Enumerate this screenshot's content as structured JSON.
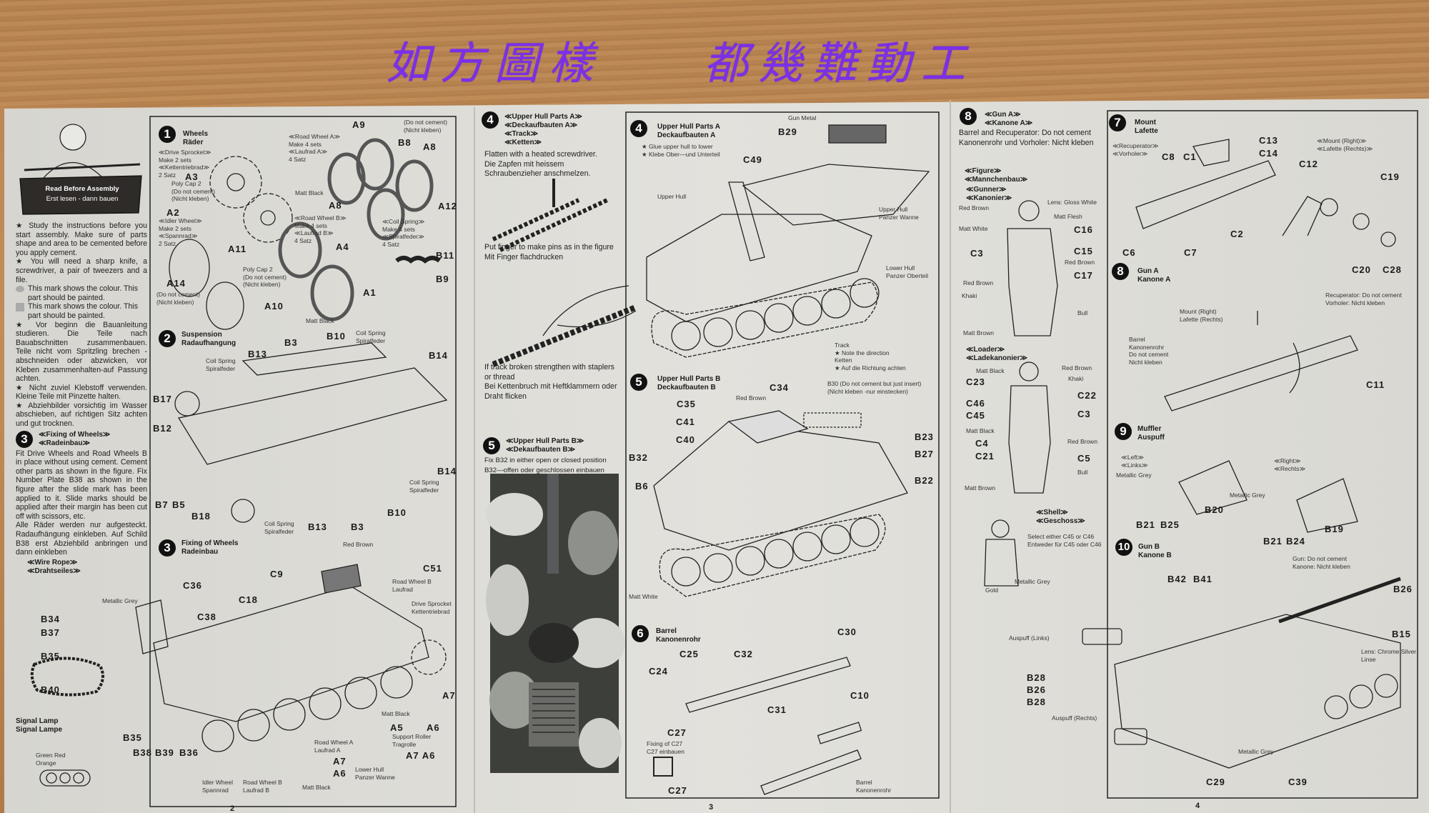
{
  "banner": {
    "left": "如方圖樣",
    "right": "都幾難動工"
  },
  "intro": {
    "sign_en": "Read Before Assembly",
    "sign_de": "Erst lesen - dann bauen",
    "text": "★ Study the instructions before you start assembly. Make sure of parts shape and area to be cemented before you apply cement.\n★ You will need a sharp knife, a screwdriver, a pair of tweezers and a file.",
    "mark1": "This mark shows the colour. This part should be painted.",
    "mark2": "This mark shows the colour. This part should be painted.",
    "text_de": "★ Vor beginn die Bauanleitung studieren. Die Teile nach Bauabschnitten zusammenbauen. Teile nicht vom Spritzling brechen - abschneiden oder abzwicken, vor Kleben zusammenhalten-auf Passung achten.\n★ Nicht zuviel Klebstoff verwenden. Kleine Teile mit Pinzette halten.\n★ Abziehbilder vorsichtig im Wasser abschieben, auf richtigen Sitz achten und gut trocknen.",
    "step3_num": "3",
    "step3_title": "≪Fixing of Wheels≫\n≪Radeinbau≫",
    "step3_text": "Fit Drive Wheels and Road Wheels B in place without using cement. Cement other parts as shown in the figure. Fix Number Plate B38 as shown in the figure after the slide mark has been applied to it. Slide marks should be applied after their margin has been cut off with scissors, etc.\nAlle Räder werden nur aufgesteckt. Radaufhängung einkleben. Auf Schild B38 erst Abziehbild anbringen und dann einkleben",
    "wire_rope": "≪Wire Rope≫\n≪Drahtseiles≫",
    "signal_lamp": "Signal Lamp\nSignal Lampe",
    "lamp_colors": "Green        Red\n      Orange"
  },
  "steps": {
    "s1": {
      "num": "1",
      "title": "Wheels\nRäder"
    },
    "s2": {
      "num": "2",
      "title": "Suspension\nRadaufhangung"
    },
    "s3": {
      "num": "3",
      "title": "Fixing of Wheels\nRadeinbau"
    },
    "s4a": {
      "num": "4",
      "title": "≪Upper Hull Parts A≫\n≪Deckaufbauten A≫\n≪Track≫\n≪Ketten≫"
    },
    "s5a": {
      "num": "5",
      "title": "≪Upper Hull Parts B≫\n≪Dekaufbauten B≫"
    },
    "s4": {
      "num": "4",
      "title": "Upper Hull Parts A\nDeckaufbauten A"
    },
    "s5": {
      "num": "5",
      "title": "Upper Hull Parts B\nDeckaufbauten B"
    },
    "s6": {
      "num": "6",
      "title": "Barrel\nKanonenrohr"
    },
    "s8a": {
      "num": "8",
      "title": "≪Gun A≫\n≪Kanone A≫"
    },
    "s7": {
      "num": "7",
      "title": "Mount\nLafette"
    },
    "s8": {
      "num": "8",
      "title": "Gun A\nKanone A"
    },
    "s9": {
      "num": "9",
      "title": "Muffler\nAuspuff"
    },
    "s10": {
      "num": "10",
      "title": "Gun B\nKanone B"
    }
  },
  "track": {
    "flatten": "Flatten with a heated screwdriver.\nDie Zapfen mit heissem Schraubenzieher anschmelzen.",
    "finger": "Put finger to make pins as in the figure\nMit Finger flachdrucken",
    "broken": "If track broken strengthen with staplers or thread\nBei Kettenbruch mit Heftklammern oder Draht flicken",
    "b32": "Fix B32 in either open or closed position\nB32—offen oder geschlossen einbauen"
  },
  "gun_a_note": "Barrel and Recuperator: Do not cement\nKanonenrohr und Vorholer: Nicht kleben",
  "figure_titles": "≪Figure≫\n≪Mannchenbau≫",
  "gunner_titles": "≪Gunner≫\n≪Kanonier≫",
  "loader_titles": "≪Loader≫\n≪Ladekanonier≫",
  "shell_titles": "≪Shell≫\n≪Geschoss≫",
  "page_numbers": [
    "2",
    "3",
    "4"
  ],
  "labels": {
    "box1": [
      "A3",
      "A2",
      "A11",
      "A14",
      "A10",
      "A9",
      "B8",
      "A8",
      "A8",
      "A12",
      "A4",
      "A1",
      "B11",
      "B9",
      "Matt Black",
      "Matt Black",
      "≪Road Wheel A≫\nMake 4 sets\n≪Laufrad A≫\n4 Satz",
      "≪Road Wheel B≫\nMake 4 sets\n≪Laufrad B≫\n4 Satz",
      "≪Coil Spring≫\nMake 4 sets\n≪Spiralfeder≫\n4 Satz",
      "(Do not cement)\n(Nicht kleben)",
      "≪Drive Sprocket≫\nMake 2 sets\n≪Kettentriebrad≫\n2 Satz",
      "Poly Cap 2\n(Do not cement)\n(Nicht kleben)",
      "≪Idler Wheel≫\nMake 2 sets\n≪Spannrad≫\n2 Satz",
      "(Do not cement)\n(Nicht kleben)",
      "Poly Cap 2\n(Do not cement)\n(Nicht kleben)",
      "B13",
      "B3",
      "B10",
      "B14",
      "B17",
      "B12",
      "B7",
      "B5",
      "B18",
      "B13",
      "B3",
      "B10",
      "B14",
      "Coil Spring\nSpiralfeder",
      "Coil Spring\nSpiralfeder",
      "Coil Spring\nSpiralfeder",
      "Coil Spring\nSpiralfeder",
      "Red Brown",
      "C51",
      "C9",
      "C36",
      "C18",
      "C38",
      "Road Wheel B\nLaufrad",
      "Drive Sprocket\nKettentriebrad",
      "Metallic Grey",
      "B34",
      "B37",
      "B35",
      "B40",
      "A7",
      "Matt Black",
      "A5",
      "A6",
      "Support Roller\nTragrolle",
      "A7  A6",
      "Road Wheel A\nLaufrad A",
      "A7",
      "A6",
      "Idler Wheel\nSpannrad",
      "Road Wheel B\nLaufrad B",
      "Lower Hull\nPanzer Wanne",
      "Matt Black",
      "B35",
      "B38",
      "B39",
      "B36"
    ],
    "box4": [
      "★ Glue upper hull to lower\n★ Klebe Ober—und Unterteil",
      "C49",
      "Gun Metal",
      "B29",
      "Upper Hull",
      "Upper Hull\nPanzer Wanne",
      "Lower Hull\nPanzer Oberteil",
      "Track\n★ Note the direction\nKetten\n★ Auf die Richtung achten",
      "Red Brown",
      "C34",
      "B30 (Do not cement but just insert)\n(Nicht kleben -nur einstecken)",
      "C35",
      "C41",
      "C40",
      "B32",
      "B6",
      "Matt White",
      "B23",
      "B27",
      "B22",
      "C30",
      "C25",
      "C32",
      "C24",
      "C31",
      "C10",
      "C27",
      "Fixing of C27\nC27 einbauen",
      "C27",
      "Barrel\nKanonenrohr"
    ],
    "col8": [
      "Red Brown",
      "Lens: Gloss White",
      "Matt Flesh",
      "Matt White",
      "C16",
      "C3",
      "C15",
      "Red Brown",
      "C17",
      "Red Brown",
      "Khaki",
      "Bull",
      "Matt Brown",
      "Matt Black",
      "Red Brown",
      "Khaki",
      "C23",
      "C22",
      "C46",
      "C45",
      "C3",
      "Matt Black",
      "Red Brown",
      "C4",
      "C21",
      "C5",
      "Bull",
      "Matt Brown",
      "Select either C45 or C46\nEntweder für C45 oder C46",
      "Metallic Grey",
      "Gold"
    ],
    "box7": [
      "≪Recuperator≫\n≪Vorholer≫",
      "C8",
      "C1",
      "C13",
      "C14",
      "≪Mount (Right)≫\n≪Lafette (Rechts)≫",
      "C12",
      "C19",
      "C2",
      "C6",
      "C7",
      "C20",
      "C28",
      "Recuperator: Do not cement\nVorholer: Nicht kleben",
      "Mount (Right)\nLafette (Rechts)",
      "Barrel\nKanonenrohr\nDo not cement\nNicht kleben",
      "C11",
      "≪Left≫\n≪Links≫",
      "Metallic Grey",
      "B20",
      "B21",
      "B25",
      "≪Right≫\n≪Rechts≫",
      "Metallic Grey",
      "B21",
      "B24",
      "B19",
      "Gun: Do not cement\nKanone: Nicht kleben",
      "B42",
      "B41",
      "B26",
      "Auspuff (Links)",
      "B15",
      "Lens: Chrome Silver\nLinse",
      "B28",
      "B26",
      "B28",
      "Auspuff (Rechts)",
      "Metallic Grey",
      "C29",
      "C39"
    ]
  },
  "colors": {
    "paper": "#dddcd6",
    "banner": "#7b30e8",
    "ink": "#1b1b1b",
    "wood": "#b98552"
  }
}
